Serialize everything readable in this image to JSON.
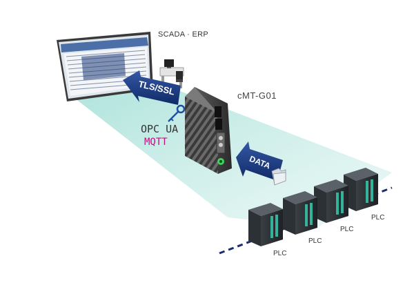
{
  "labels": {
    "scada": "SCADA · ERP",
    "device": "cMT-G01",
    "tls": "TLS/SSL",
    "opcua": "OPC UA",
    "mqtt": "MQTT",
    "data": "DATA",
    "plcs": [
      "PLC",
      "PLC",
      "PLC",
      "PLC"
    ]
  },
  "icons": [
    "monitor-icon",
    "workstation-desk-icon",
    "gateway-device-icon",
    "key-icon",
    "folder-icon",
    "plc-cabinet-icon"
  ],
  "colors": {
    "beam": "#bfe9e3",
    "arrow": "#17367a",
    "mqtt": "#c0127f",
    "plc_led": "#35b39a",
    "device_led": "#3fd35a"
  }
}
